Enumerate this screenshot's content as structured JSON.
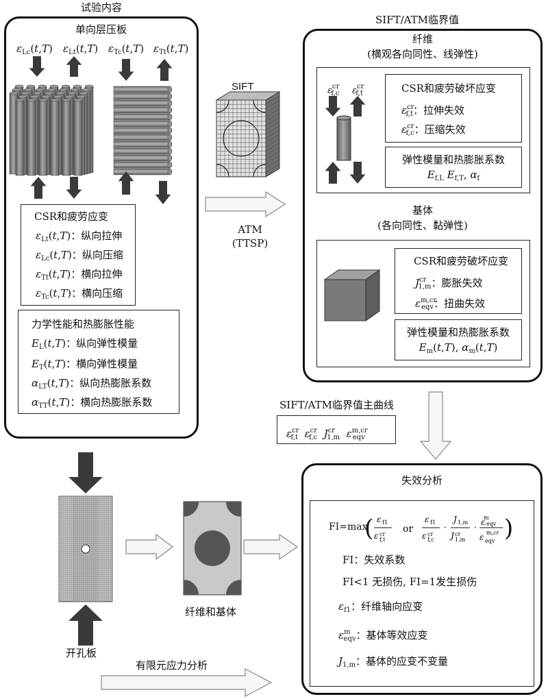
{
  "titles": {
    "test_content": "试验内容",
    "unidirectional_laminate": "单向层压板",
    "sift_atm_critical": "SIFT/ATM临界值",
    "fiber": "纤维",
    "fiber_sub": "(横观各向同性、线弹性)",
    "matrix": "基体",
    "matrix_sub": "(各向同性、黏弹性)",
    "master_curve": "SIFT/ATM临界值主曲线",
    "failure_analysis": "失效分析",
    "fiber_and_matrix": "纤维和基体",
    "open_hole_plate": "开孔板",
    "fe_stress_analysis": "有限元应力分析"
  },
  "labels": {
    "sift": "SIFT",
    "atm": "ATM",
    "ttsp": "(TTSP)"
  },
  "laminate": {
    "csr_title": "CSR和疲劳应变",
    "csr_items": [
      "：纵向拉伸",
      "：纵向压缩",
      "：横向拉伸",
      "：横向压缩"
    ],
    "mech_title": "力学性能和热膨胀性能",
    "mech_items": [
      "：纵向弹性模量",
      "：横向弹性模量",
      "：纵向热膨胀系数",
      "：横向热膨胀系数"
    ]
  },
  "fiber_box": {
    "csr_title": "CSR和疲劳破坏应变",
    "items": [
      "：拉伸失效",
      "：压缩失效"
    ],
    "elastic_title": "弹性模量和热膨胀系数"
  },
  "matrix_box": {
    "csr_title": "CSR和疲劳破坏应变",
    "items": [
      "：膨胀失效",
      "：扭曲失效"
    ],
    "elastic_title": "弹性模量和热膨胀系数"
  },
  "failure": {
    "fi_prefix": "FI=max",
    "or_word": "or",
    "fi_def": "FI：失效系数",
    "fi_rule": "FI<1 无损伤, FI=1发生损伤",
    "eps_f1_def": "：纤维轴向应变",
    "eps_eqv_def": "：基体等效应变",
    "j1_def": "：基体的应变不变量"
  },
  "colors": {
    "line": "#111111",
    "arrow_dark": "#3a3a3a",
    "cyl_mid": "#8c8c8c",
    "cube_front": "#7a7a7a",
    "cell_light": "#c8c8c8",
    "cell_dark": "#555555",
    "hollow_arrow": "#f4f4f4"
  }
}
